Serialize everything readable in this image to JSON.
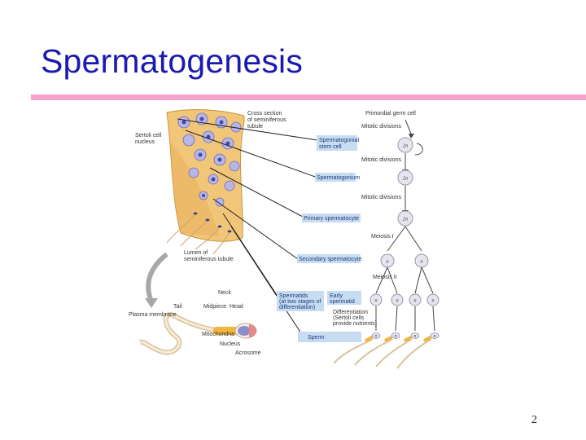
{
  "slide": {
    "title": "Spermatogenesis",
    "page_number": "2"
  },
  "figure": {
    "left_labels": {
      "cross_section": [
        "Cross section",
        "of seminiferous",
        "tubule"
      ],
      "sertoli_nucleus": [
        "Sertoli cell",
        "nucleus"
      ],
      "lumen": [
        "Lumen of",
        "seminiferous tubule"
      ],
      "neck": "Neck",
      "tail": "Tail",
      "midpiece": "Midpiece",
      "head": "Head",
      "plasma_membrane": "Plasma membrane",
      "mitochondria": "Mitochondria",
      "nucleus": "Nucleus",
      "acrosome": "Acrosome"
    },
    "stage_boxes": {
      "spermatogonial": [
        "Spermatogonial",
        "stem cell"
      ],
      "spermatogonium": "Spermatogonium",
      "primary": "Primary spermatocyte",
      "secondary": "Secondary spermatocyte",
      "spermatids": [
        "Spermatids",
        "(at two stages of",
        "differentiation)"
      ],
      "early_spermatid": [
        "Early",
        "spermatid"
      ],
      "sperm": "Sperm"
    },
    "process_labels": {
      "primordial": "Primordial germ cell",
      "mitotic_1": "Mitotic divisions",
      "mitotic_2": "Mitotic divisions",
      "mitotic_3": "Mitotic divisions",
      "meiosis_1": "Meiosis I",
      "meiosis_2": "Meiosis II",
      "differentiation": [
        "Differentiation",
        "(Sertoli cells",
        "provide nutrients)"
      ]
    },
    "ploidy": {
      "diploid": "2n",
      "haploid": "n"
    }
  }
}
